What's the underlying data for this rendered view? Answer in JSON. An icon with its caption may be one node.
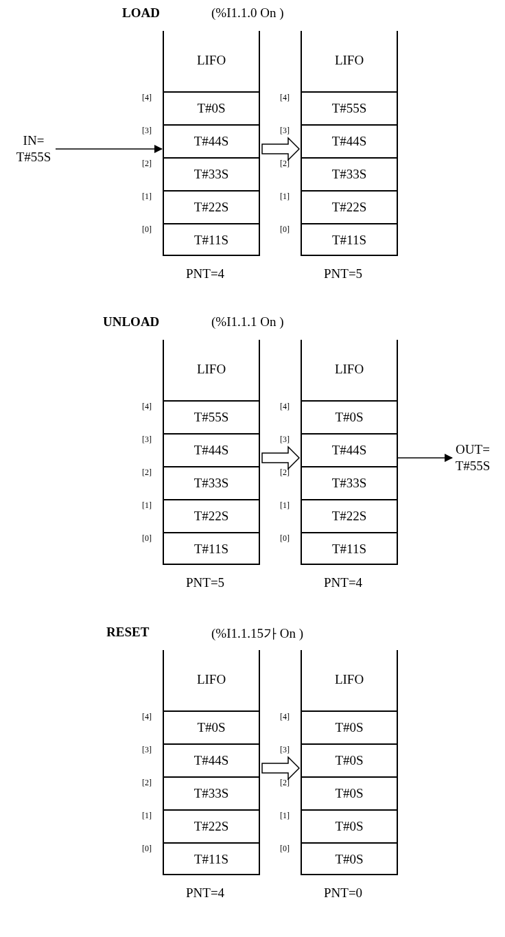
{
  "diagram": {
    "nodes": [
      {
        "text": [
          "IN= T#55S"
        ]
      },
      {
        "text": [
          "LIFO"
        ],
        "beside": [
          "PNT=4"
        ]
      },
      {
        "text": [
          "T#0S"
        ],
        "in": 1,
        "beside": [
          "[4]"
        ]
      },
      {
        "text": [
          "T#44S"
        ],
        "in": 1,
        "beside": [
          "[3]"
        ]
      },
      {
        "text": [
          "T#33S"
        ],
        "in": 1,
        "beside": [
          "[2]"
        ]
      },
      {
        "text": [
          "T#22S"
        ],
        "in": 1,
        "beside": [
          "[1]"
        ]
      },
      {
        "text": [
          "T#11S"
        ],
        "in": 1,
        "beside": [
          "[0]"
        ]
      },
      {
        "text": [
          "LIFO"
        ],
        "beside": [
          "PNT=5"
        ]
      },
      {
        "text": [
          "T#55S"
        ],
        "in": 7,
        "beside": [
          "[4]"
        ]
      },
      {
        "text": [
          "T#44S"
        ],
        "in": 7,
        "beside": [
          "[3]"
        ]
      },
      {
        "text": [
          "T#33S"
        ],
        "in": 7,
        "beside": [
          "[2]"
        ]
      },
      {
        "text": [
          "T#22S"
        ],
        "in": 7,
        "beside": [
          "[1]"
        ]
      },
      {
        "text": [
          "T#11S"
        ],
        "in": 7,
        "beside": [
          "[0]"
        ]
      },
      {
        "text": [
          "LIFO"
        ],
        "beside": [
          "PNT=5"
        ]
      },
      {
        "text": [
          "T#55S"
        ],
        "in": 13,
        "beside": [
          "[4]"
        ]
      },
      {
        "text": [
          "T#44S"
        ],
        "in": 13,
        "beside": [
          "[3]"
        ]
      },
      {
        "text": [
          "T#33S"
        ],
        "in": 13,
        "beside": [
          "[2]"
        ]
      },
      {
        "text": [
          "T#22S"
        ],
        "in": 13,
        "beside": [
          "[1]"
        ]
      },
      {
        "text": [
          "T#11S"
        ],
        "in": 13,
        "beside": [
          "[0]"
        ]
      },
      {
        "text": [
          "LIFO"
        ],
        "beside": [
          "PNT=4"
        ]
      },
      {
        "text": [
          "T#0S"
        ],
        "in": 19,
        "beside": [
          "[4]"
        ]
      },
      {
        "text": [
          "T#44S"
        ],
        "in": 19,
        "beside": [
          "[3]"
        ]
      },
      {
        "text": [
          "T#33S"
        ],
        "in": 19,
        "beside": [
          "[2]"
        ]
      },
      {
        "text": [
          "T#22S"
        ],
        "in": 19,
        "beside": [
          "[1]"
        ]
      },
      {
        "text": [
          "T#11S"
        ],
        "in": 19,
        "beside": [
          "[0]"
        ]
      },
      {
        "text": [
          "OUT= T#55S"
        ]
      },
      {
        "text": [
          "LIFO"
        ],
        "beside": [
          "PNT=4"
        ]
      },
      {
        "text": [
          "T#0S"
        ],
        "in": 26,
        "beside": [
          "[4]"
        ]
      },
      {
        "text": [
          "T#44S"
        ],
        "in": 26,
        "beside": [
          "[3]"
        ]
      },
      {
        "text": [
          "T#33S"
        ],
        "in": 26,
        "beside": [
          "[2]"
        ]
      },
      {
        "text": [
          "T#22S"
        ],
        "in": 26,
        "beside": [
          "[1]"
        ]
      },
      {
        "text": [
          "T#11S"
        ],
        "in": 26,
        "beside": [
          "[0]"
        ]
      },
      {
        "text": [
          "LIFO"
        ],
        "beside": [
          "PNT=0"
        ]
      },
      {
        "text": [
          "T#0S"
        ],
        "in": 32,
        "beside": [
          "[4]"
        ]
      },
      {
        "text": [
          "T#0S"
        ],
        "in": 32,
        "beside": [
          "[3]"
        ]
      },
      {
        "text": [
          "T#0S"
        ],
        "in": 32,
        "beside": [
          "[2]"
        ]
      },
      {
        "text": [
          "T#0S"
        ],
        "in": 32,
        "beside": [
          "[1]"
        ]
      },
      {
        "text": [
          "T#0S"
        ],
        "in": 32,
        "beside": [
          "[0]"
        ]
      }
    ],
    "edges": [
      {
        "from": 0,
        "to": 3,
        "arrow": "to"
      },
      {
        "from": 1,
        "to": 7,
        "arrow": "to"
      },
      {
        "from": 13,
        "to": 19,
        "arrow": "to"
      },
      {
        "from": 21,
        "to": 25,
        "arrow": "to"
      },
      {
        "from": 26,
        "to": 32,
        "arrow": "to"
      }
    ],
    "labels": [
      "LOAD",
      "(%I1.1.0 On )",
      "UNLOAD",
      "(%I1.1.1 On )",
      "RESET",
      "(%I1.1.15가 On )"
    ]
  }
}
